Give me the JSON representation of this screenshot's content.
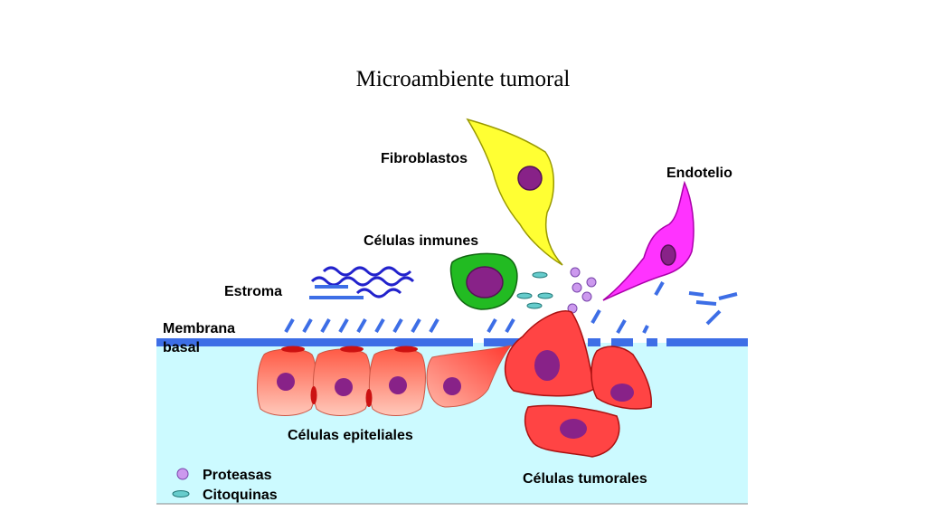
{
  "title": "Microambiente tumoral",
  "labels": {
    "fibroblastos": "Fibroblastos",
    "endotelio": "Endotelio",
    "celulas_inmunes": "Células inmunes",
    "estroma": "Estroma",
    "membrana": "Membrana",
    "basal": "basal",
    "celulas_epiteliales": "Células epiteliales",
    "celulas_tumorales": "Células tumorales"
  },
  "legend": {
    "proteasas": "Proteasas",
    "citoquinas": "Citoquinas"
  },
  "colors": {
    "background_tissue": "#ccfaff",
    "membrane": "#3d6ee6",
    "stroma_fibers": "#2222cc",
    "fibroblast": "#ffff33",
    "endothelium": "#ff33ff",
    "immune_cell": "#22bb22",
    "nucleus": "#882288",
    "epithelial_cell": "#ff6e5a",
    "tumor_cell": "#ff4444",
    "protease": "#cc99ee",
    "cytokine": "#66cccc"
  }
}
